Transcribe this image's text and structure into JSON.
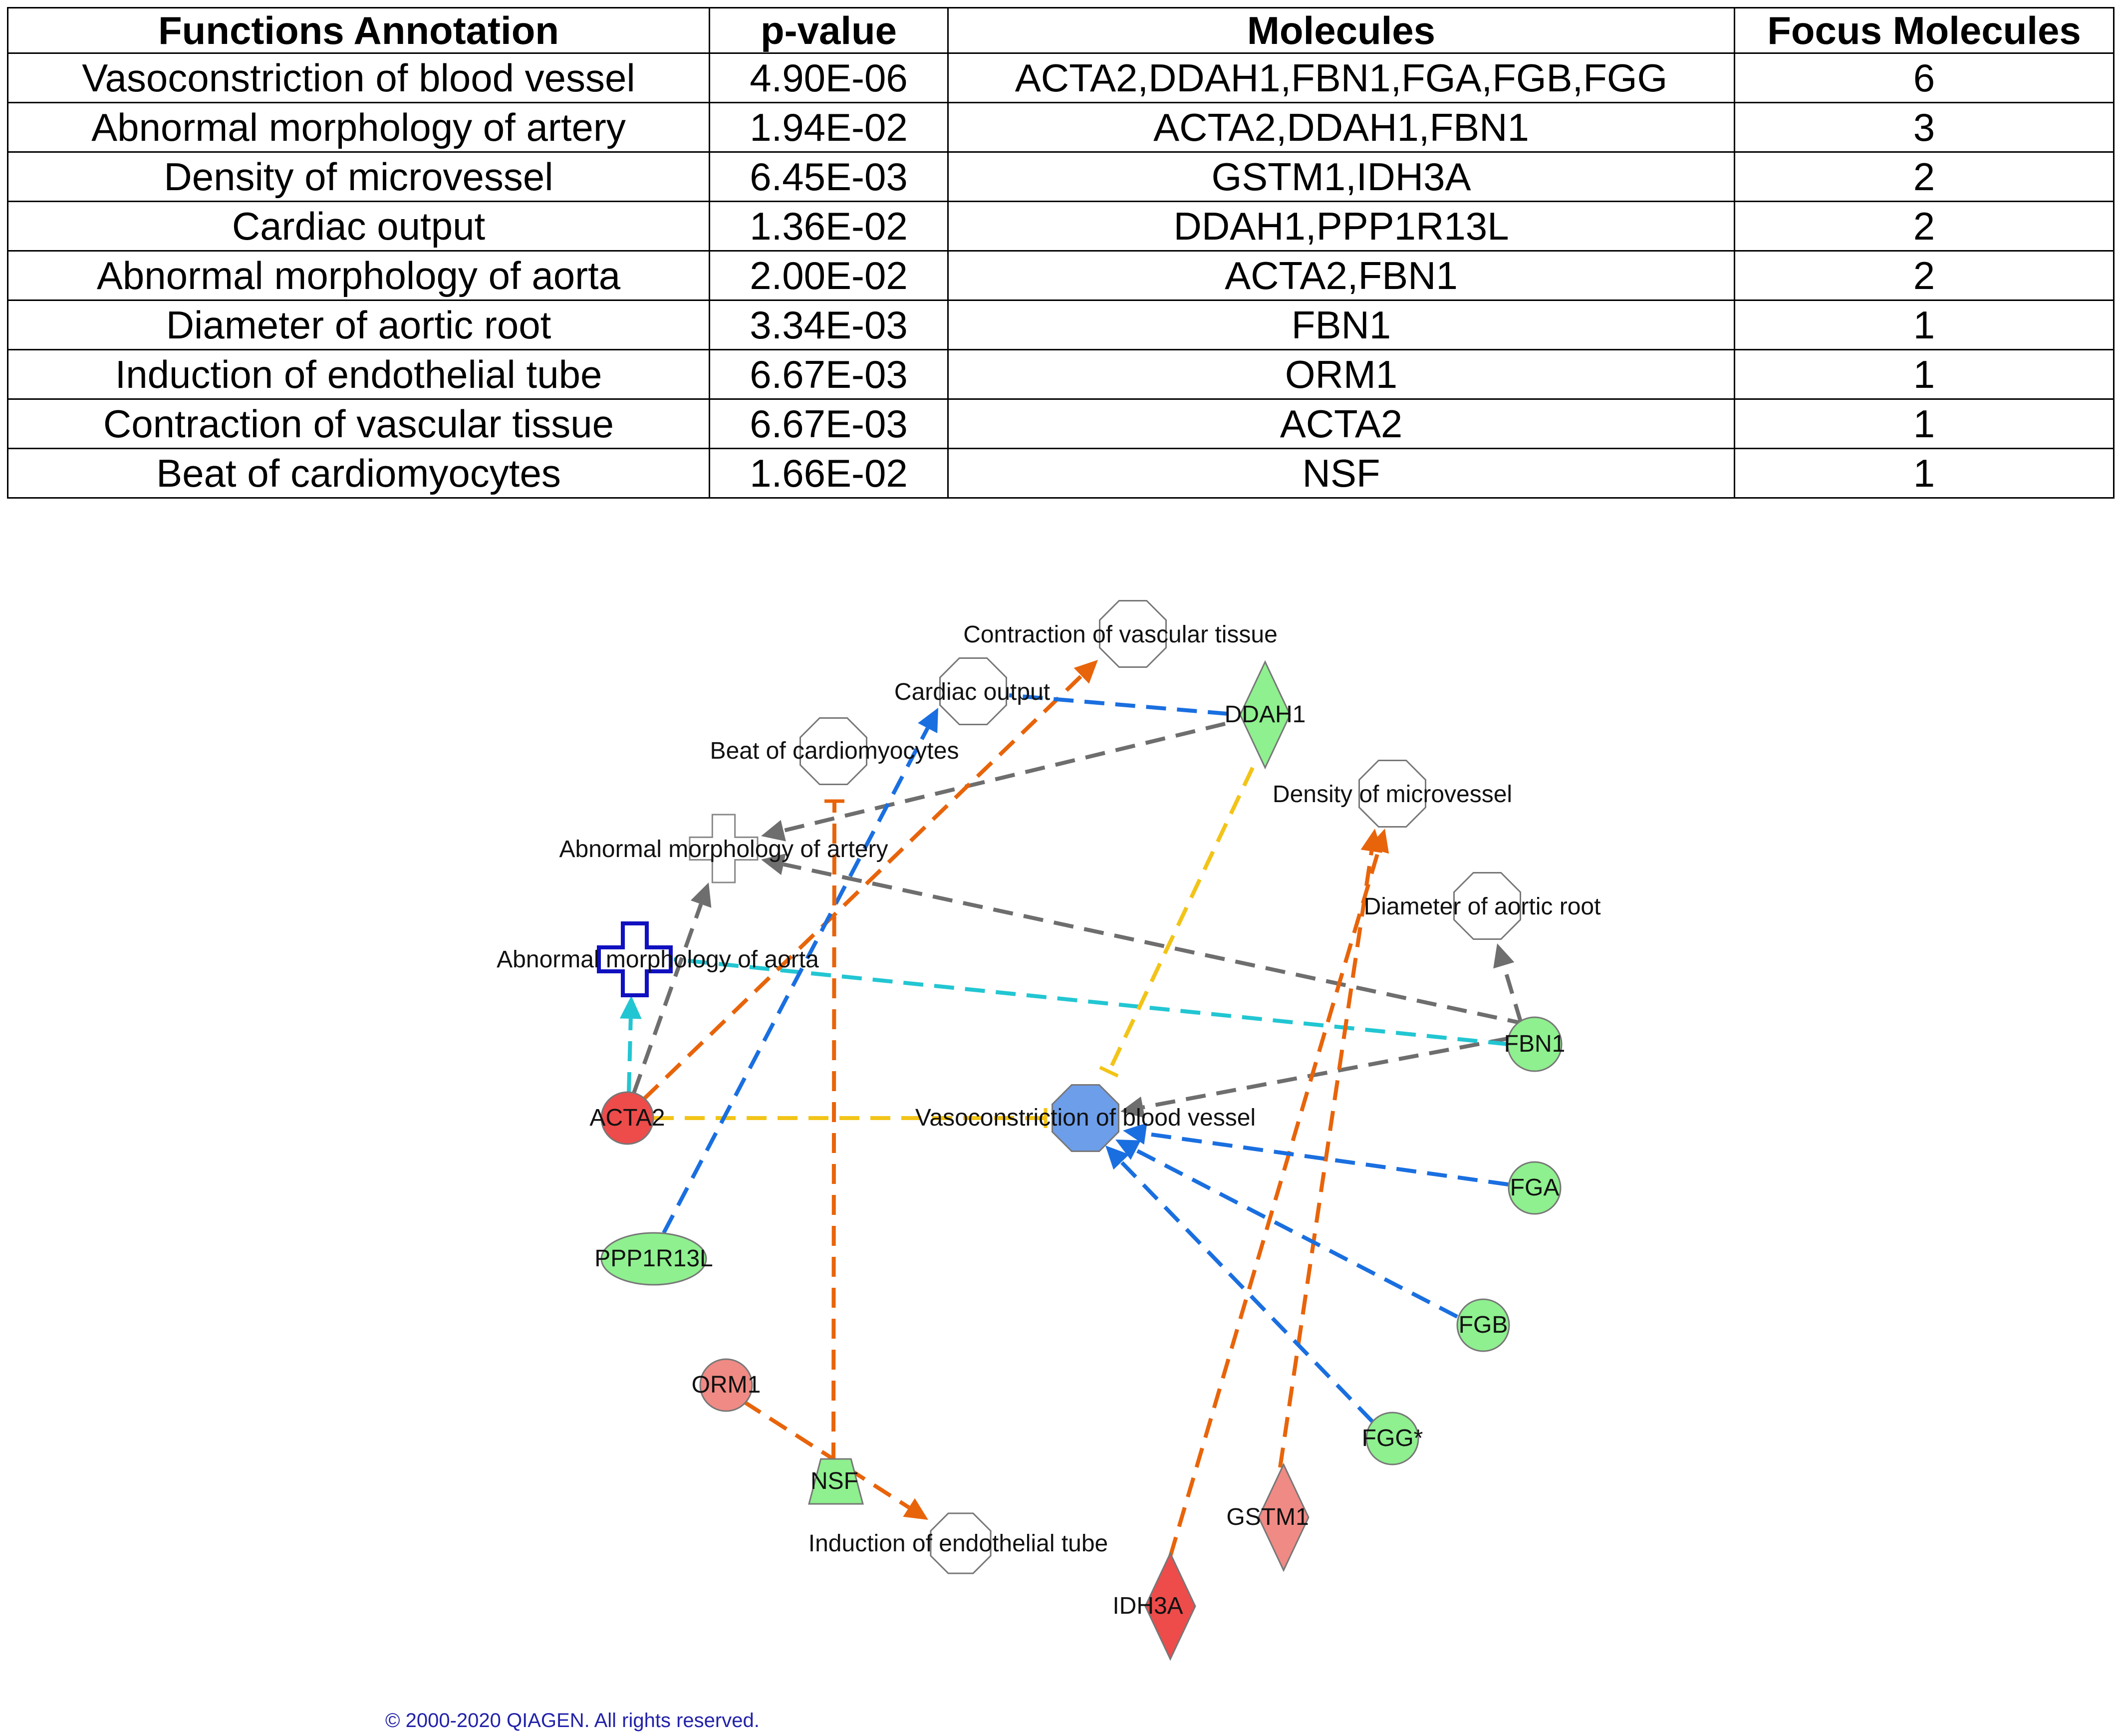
{
  "table": {
    "headers": [
      "Functions Annotation",
      "p-value",
      "Molecules",
      "Focus Molecules"
    ],
    "rows": [
      [
        "Vasoconstriction of blood vessel",
        "4.90E-06",
        "ACTA2,DDAH1,FBN1,FGA,FGB,FGG",
        "6"
      ],
      [
        "Abnormal morphology of artery",
        "1.94E-02",
        "ACTA2,DDAH1,FBN1",
        "3"
      ],
      [
        "Density of microvessel",
        "6.45E-03",
        "GSTM1,IDH3A",
        "2"
      ],
      [
        "Cardiac output",
        "1.36E-02",
        "DDAH1,PPP1R13L",
        "2"
      ],
      [
        "Abnormal morphology of aorta",
        "2.00E-02",
        "ACTA2,FBN1",
        "2"
      ],
      [
        "Diameter of aortic root",
        "3.34E-03",
        "FBN1",
        "1"
      ],
      [
        "Induction of endothelial tube",
        "6.67E-03",
        "ORM1",
        "1"
      ],
      [
        "Contraction of vascular tissue",
        "6.67E-03",
        "ACTA2",
        "1"
      ],
      [
        "Beat of cardiomyocytes",
        "1.66E-02",
        "NSF",
        "1"
      ]
    ]
  },
  "network": {
    "colors": {
      "gray": "#6e6e6e",
      "orange": "#e8640a",
      "blue": "#1a6fe0",
      "cyan": "#22c6d2",
      "yellow": "#f2c418",
      "green_fill": "#8ef08e",
      "red_fill": "#ee4b4b",
      "salmon_fill": "#f08a84",
      "blue_fill": "#6d9eea",
      "dark_blue_outline": "#1010c0"
    },
    "nodes": [
      {
        "id": "contraction",
        "label": "Contraction of vascular tissue",
        "shape": "octagon",
        "fill": "#ffffff"
      },
      {
        "id": "cardiac",
        "label": "Cardiac output",
        "shape": "octagon",
        "fill": "#ffffff"
      },
      {
        "id": "beat",
        "label": "Beat of cardiomyocytes",
        "shape": "octagon",
        "fill": "#ffffff"
      },
      {
        "id": "artery",
        "label": "Abnormal morphology of artery",
        "shape": "cross",
        "fill": "#ffffff"
      },
      {
        "id": "aorta",
        "label": "Abnormal morphology of aorta",
        "shape": "cross",
        "fill": "#ffffff"
      },
      {
        "id": "density",
        "label": "Density of microvessel",
        "shape": "octagon",
        "fill": "#ffffff"
      },
      {
        "id": "diameter",
        "label": "Diameter of aortic root",
        "shape": "octagon",
        "fill": "#ffffff"
      },
      {
        "id": "vaso",
        "label": "Vasoconstriction of blood vessel",
        "shape": "octagon",
        "fill": "#6d9eea"
      },
      {
        "id": "induction",
        "label": "Induction of endothelial tube",
        "shape": "octagon",
        "fill": "#ffffff"
      },
      {
        "id": "ddah1",
        "label": "DDAH1",
        "shape": "diamond",
        "fill": "#8ef08e"
      },
      {
        "id": "fbn1",
        "label": "FBN1",
        "shape": "circle",
        "fill": "#8ef08e"
      },
      {
        "id": "acta2",
        "label": "ACTA2",
        "shape": "circle",
        "fill": "#ee4b4b"
      },
      {
        "id": "ppp1r13l",
        "label": "PPP1R13L",
        "shape": "ellipse",
        "fill": "#8ef08e"
      },
      {
        "id": "fga",
        "label": "FGA",
        "shape": "circle",
        "fill": "#8ef08e"
      },
      {
        "id": "fgb",
        "label": "FGB",
        "shape": "circle",
        "fill": "#8ef08e"
      },
      {
        "id": "fgg",
        "label": "FGG*",
        "shape": "circle",
        "fill": "#8ef08e"
      },
      {
        "id": "orm1",
        "label": "ORM1",
        "shape": "circle",
        "fill": "#f08a84"
      },
      {
        "id": "nsf",
        "label": "NSF",
        "shape": "trapezoid",
        "fill": "#8ef08e"
      },
      {
        "id": "gstm1",
        "label": "GSTM1",
        "shape": "diamond",
        "fill": "#f08a84"
      },
      {
        "id": "idh3a",
        "label": "IDH3A",
        "shape": "diamond",
        "fill": "#ee4b4b"
      }
    ],
    "edges": [
      {
        "from": "ddah1",
        "to": "artery",
        "color": "gray",
        "end": "arrow"
      },
      {
        "from": "fbn1",
        "to": "artery",
        "color": "gray",
        "end": "arrow"
      },
      {
        "from": "acta2",
        "to": "artery",
        "color": "gray",
        "end": "arrow"
      },
      {
        "from": "fbn1",
        "to": "diameter",
        "color": "gray",
        "end": "arrow"
      },
      {
        "from": "fbn1",
        "to": "vaso",
        "color": "gray",
        "end": "arrow"
      },
      {
        "from": "fbn1",
        "to": "aorta",
        "color": "cyan",
        "end": "none"
      },
      {
        "from": "acta2",
        "to": "aorta",
        "color": "cyan",
        "end": "arrow"
      },
      {
        "from": "acta2",
        "to": "contraction",
        "color": "orange",
        "end": "arrow"
      },
      {
        "from": "acta2",
        "to": "vaso",
        "color": "yellow",
        "end": "tee"
      },
      {
        "from": "ddah1",
        "to": "vaso",
        "color": "yellow",
        "end": "tee"
      },
      {
        "from": "ddah1",
        "to": "cardiac",
        "color": "blue",
        "end": "none"
      },
      {
        "from": "ppp1r13l",
        "to": "cardiac",
        "color": "blue",
        "end": "arrow"
      },
      {
        "from": "nsf",
        "to": "beat",
        "color": "orange",
        "end": "tee"
      },
      {
        "from": "orm1",
        "to": "induction",
        "color": "orange",
        "end": "arrow"
      },
      {
        "from": "idh3a",
        "to": "density",
        "color": "orange",
        "end": "arrow"
      },
      {
        "from": "gstm1",
        "to": "density",
        "color": "orange",
        "end": "arrow"
      },
      {
        "from": "fga",
        "to": "vaso",
        "color": "blue",
        "end": "arrow"
      },
      {
        "from": "fgb",
        "to": "vaso",
        "color": "blue",
        "end": "arrow"
      },
      {
        "from": "fgg",
        "to": "vaso",
        "color": "blue",
        "end": "arrow"
      }
    ]
  },
  "copyright": "© 2000-2020 QIAGEN. All rights reserved."
}
